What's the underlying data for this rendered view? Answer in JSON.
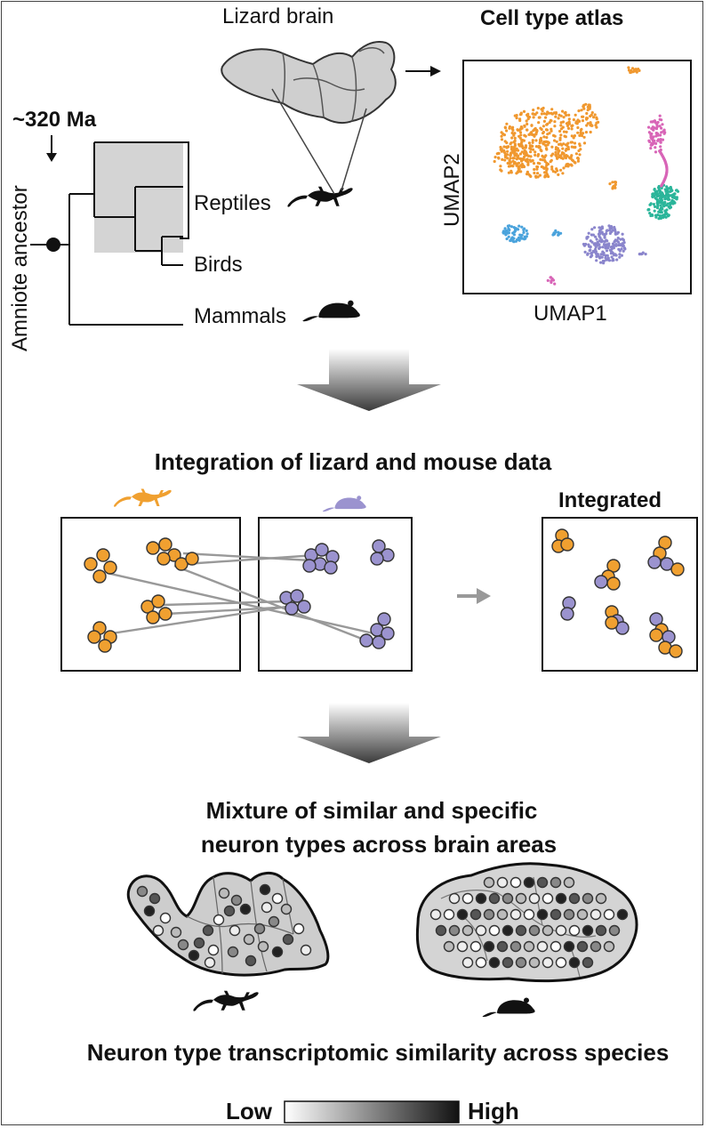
{
  "panel_top": {
    "time_label": "~320 Ma",
    "ancestor_label": "Amniote ancestor",
    "brain_label": "Lizard brain",
    "clades": [
      "Reptiles",
      "Birds",
      "Mammals"
    ],
    "atlas_title": "Cell type atlas",
    "umap_x_label": "UMAP1",
    "umap_y_label": "UMAP2"
  },
  "panel_middle": {
    "title": "Integration of lizard and mouse data",
    "integrated_label": "Integrated"
  },
  "panel_bottom": {
    "title_line1": "Mixture of similar and specific",
    "title_line2": "neuron types across brain areas",
    "similarity_label": "Neuron type transcriptomic similarity across species",
    "scale_low": "Low",
    "scale_high": "High"
  },
  "colors": {
    "lizard": "#f0a030",
    "mouse": "#9b93cf",
    "clade_shade": "#d4d4d4",
    "umap_clusters": [
      "#f0982f",
      "#d865b7",
      "#2bb59a",
      "#8a85cc",
      "#4aa3dc"
    ]
  },
  "icons": [
    "lizard-icon",
    "mouse-icon",
    "down-arrow-icon",
    "right-arrow-icon"
  ]
}
